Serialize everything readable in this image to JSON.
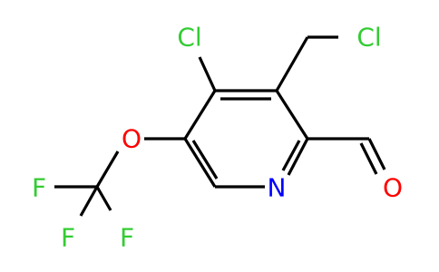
{
  "molecule": {
    "colors": {
      "bond": "#000000",
      "Cl": "#33cc33",
      "O": "#ff0000",
      "N": "#0000ff",
      "F": "#33cc33"
    },
    "atoms": {
      "cl_ring": "Cl",
      "cl_methyl": "Cl",
      "o_ether": "O",
      "n_ring": "N",
      "o_aldehyde": "O",
      "f_left": "F",
      "f_top": "F",
      "f_bottom": "F"
    }
  }
}
